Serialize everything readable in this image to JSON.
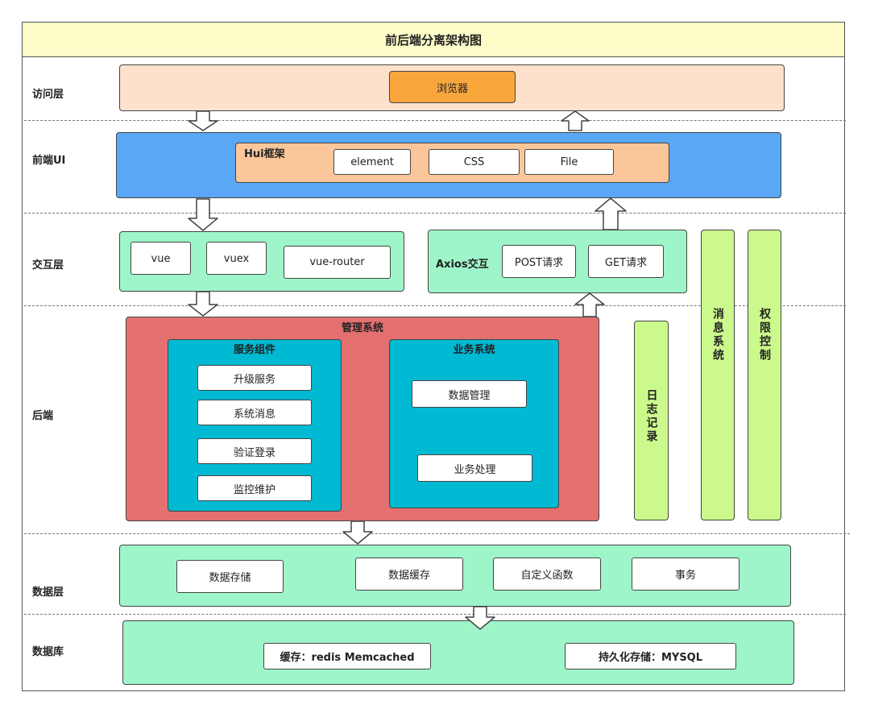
{
  "title": "前后端分离架构图",
  "layers": {
    "access": "访问层",
    "frontend_ui": "前端UI",
    "interaction": "交互层",
    "backend": "后端",
    "data": "数据层",
    "database": "数据库"
  },
  "access": {
    "browser": "浏览器"
  },
  "frontend": {
    "framework": "Hui框架",
    "items": [
      "element",
      "CSS",
      "File"
    ]
  },
  "interaction": {
    "vue_items": [
      "vue",
      "vuex",
      "vue-router"
    ],
    "axios_label": "Axios交互",
    "axios_items": [
      "POST请求",
      "GET请求"
    ]
  },
  "backend": {
    "management": "管理系统",
    "service_group": "服务组件",
    "service_items": [
      "升级服务",
      "系统消息",
      "验证登录",
      "监控维护"
    ],
    "business_group": "业务系统",
    "business_items": [
      "数据管理",
      "业务处理"
    ],
    "log": "日志记录"
  },
  "side": {
    "message": "消息系统",
    "permission": "权限控制"
  },
  "data_layer": {
    "items": [
      "数据存储",
      "数据缓存",
      "自定义函数",
      "事务"
    ]
  },
  "database": {
    "cache": "缓存：redis Memcached",
    "persist": "持久化存储：MYSQL"
  },
  "colors": {
    "title_bg": "#fefcc8",
    "access_bg": "#fde1cc",
    "browser_bg": "#f9a73d",
    "ui_bg": "#5aa7f5",
    "framework_bg": "#fbc79a",
    "green_bg": "#9ef5c9",
    "side_bg": "#ccf98b",
    "mgmt_bg": "#e47070",
    "sub_bg": "#00b9d2"
  }
}
